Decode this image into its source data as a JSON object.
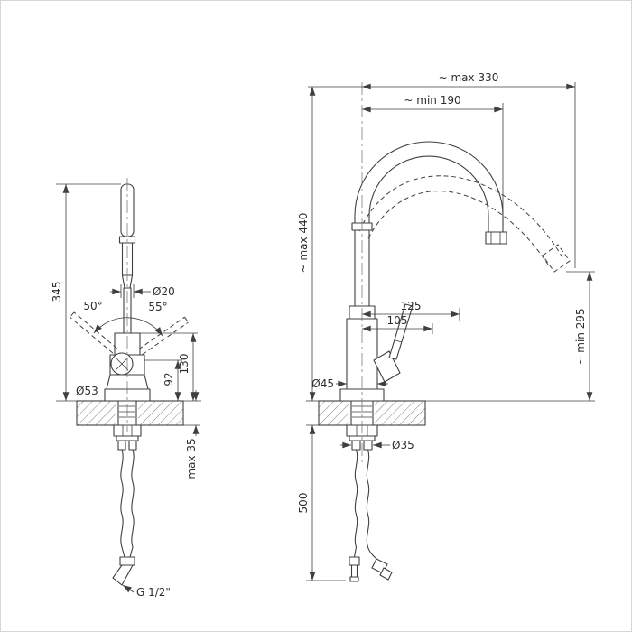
{
  "colors": {
    "line": "#3f3f3f",
    "background": "#ffffff"
  },
  "side_view": {
    "dim_total_height": "345",
    "dim_handle_diameter": "Ø20",
    "angle_left": "50°",
    "angle_right": "55°",
    "dim_body_height": "130",
    "dim_outlet_height": "92",
    "dim_base_diameter": "Ø53",
    "dim_deck_thickness": "max 35",
    "thread_label": "G 1/2\""
  },
  "front_view": {
    "dim_reach_max": "~ max 330",
    "dim_reach_min": "~ min 190",
    "dim_height_max": "~ max 440",
    "dim_height_min": "~ min 295",
    "dim_width_outer": "125",
    "dim_width_inner": "105",
    "dim_body_diameter": "Ø45",
    "dim_shank_diameter": "Ø35",
    "dim_hose_length": "500"
  }
}
